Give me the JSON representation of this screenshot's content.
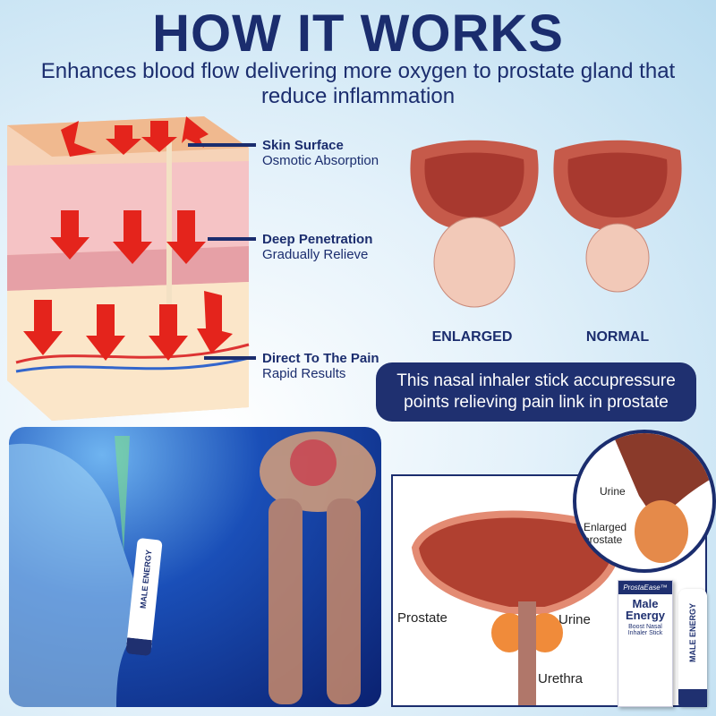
{
  "header": {
    "title": "HOW IT WORKS",
    "subtitle": "Enhances blood flow delivering more oxygen to prostate gland that reduce inflammation"
  },
  "skin_labels": [
    {
      "title": "Skin Surface",
      "desc": "Osmotic Absorption"
    },
    {
      "title": "Deep Penetration",
      "desc": "Gradually Relieve"
    },
    {
      "title": "Direct To The Pain",
      "desc": "Rapid Results"
    }
  ],
  "prostate_compare": {
    "left": "ENLARGED",
    "right": "NORMAL"
  },
  "callout": "This nasal inhaler stick accupressure points relieving pain link in prostate",
  "diagram_labels": {
    "prostate": "Prostate",
    "urine": "Urine",
    "urethra": "Urethra"
  },
  "circle_labels": {
    "urine": "Urine",
    "enlarged": "Enlarged prostate"
  },
  "product": {
    "brand": "ProstaEase™",
    "name": "Male Energy",
    "subtitle": "Boost Nasal Inhaler Stick",
    "stick_name": "MALE ENERGY"
  },
  "colors": {
    "navy": "#1b2d6e",
    "arrow": "#e4241c"
  }
}
